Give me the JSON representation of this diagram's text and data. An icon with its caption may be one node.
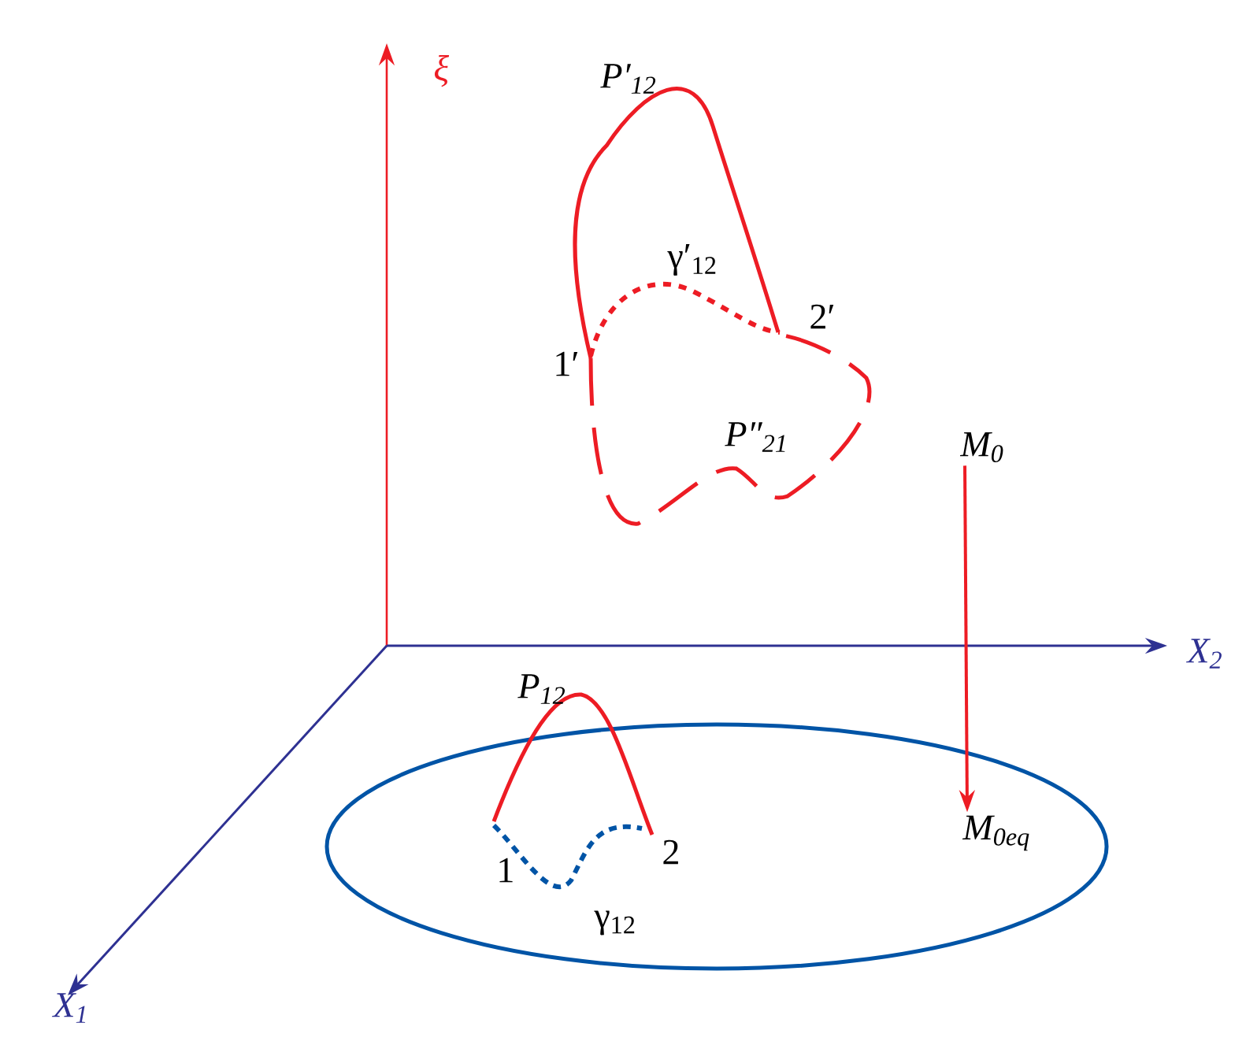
{
  "diagram": {
    "nodes": [
      {
        "text": [
          "M$_{0}$"
        ]
      },
      {
        "text": [
          "M$_{0eq}$"
        ]
      }
    ],
    "edges": [
      {
        "from": 0,
        "to": 1,
        "arrow": "to",
        "color": "#ed1c24"
      }
    ],
    "labels": [
      "ξ",
      "P′$_{12}$",
      "γ′$_{12}$",
      "2′",
      "1′",
      "P″$_{21}$",
      "X$_{2}$",
      "P$_{12}$",
      "1",
      "2",
      "γ$_{12}$",
      "X$_{1}$"
    ]
  }
}
